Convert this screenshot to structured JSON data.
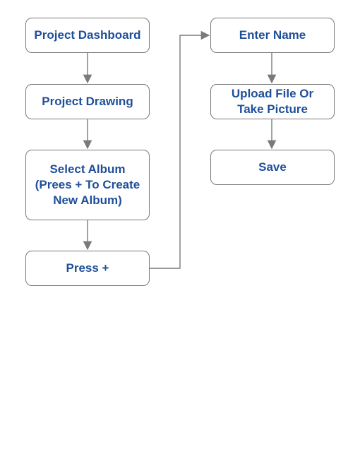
{
  "colors": {
    "text": "#1f4f9a",
    "border": "#7a7a7a",
    "connector": "#7a7a7a",
    "background": "#ffffff"
  },
  "nodes": {
    "project_dashboard": "Project Dashboard",
    "project_drawing": "Project Drawing",
    "select_album": "Select Album\n(Prees +  To Create\nNew Album)",
    "press_plus": "Press +",
    "enter_name": "Enter Name",
    "upload_file": "Upload File Or\nTake Picture",
    "save": "Save"
  }
}
